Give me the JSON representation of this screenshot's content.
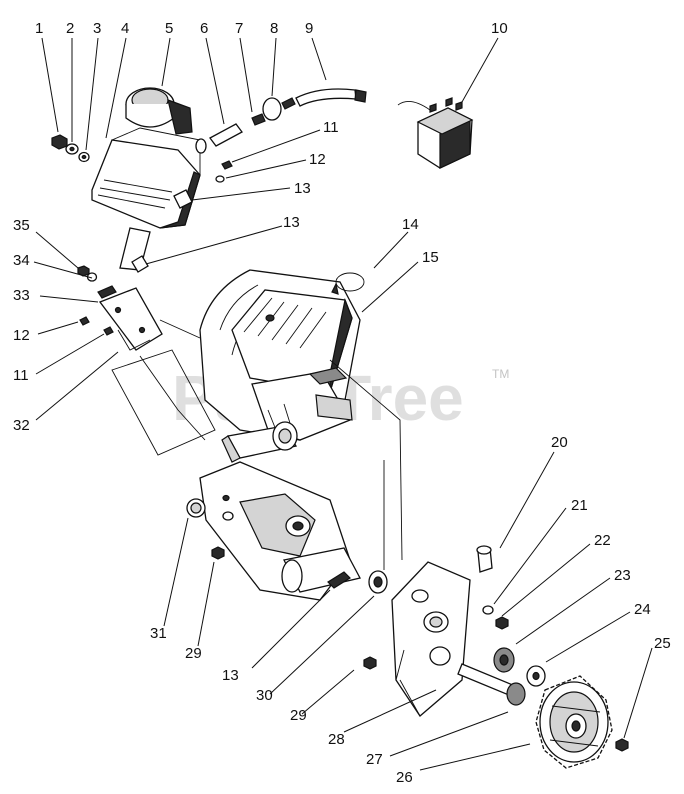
{
  "watermark": {
    "text": "PartsTree",
    "tm": "TM"
  },
  "callouts": [
    {
      "id": "c1",
      "label": "1"
    },
    {
      "id": "c2",
      "label": "2"
    },
    {
      "id": "c3",
      "label": "3"
    },
    {
      "id": "c4",
      "label": "4"
    },
    {
      "id": "c5",
      "label": "5"
    },
    {
      "id": "c6",
      "label": "6"
    },
    {
      "id": "c7",
      "label": "7"
    },
    {
      "id": "c8",
      "label": "8"
    },
    {
      "id": "c9",
      "label": "9"
    },
    {
      "id": "c10",
      "label": "10"
    },
    {
      "id": "c11a",
      "label": "11"
    },
    {
      "id": "c12a",
      "label": "12"
    },
    {
      "id": "c13a",
      "label": "13"
    },
    {
      "id": "c13b",
      "label": "13"
    },
    {
      "id": "c14",
      "label": "14"
    },
    {
      "id": "c15",
      "label": "15"
    },
    {
      "id": "c35",
      "label": "35"
    },
    {
      "id": "c34",
      "label": "34"
    },
    {
      "id": "c33",
      "label": "33"
    },
    {
      "id": "c12b",
      "label": "12"
    },
    {
      "id": "c11b",
      "label": "11"
    },
    {
      "id": "c32",
      "label": "32"
    },
    {
      "id": "c20",
      "label": "20"
    },
    {
      "id": "c21",
      "label": "21"
    },
    {
      "id": "c22",
      "label": "22"
    },
    {
      "id": "c23",
      "label": "23"
    },
    {
      "id": "c24",
      "label": "24"
    },
    {
      "id": "c25",
      "label": "25"
    },
    {
      "id": "c31",
      "label": "31"
    },
    {
      "id": "c29a",
      "label": "29"
    },
    {
      "id": "c13c",
      "label": "13"
    },
    {
      "id": "c30",
      "label": "30"
    },
    {
      "id": "c29b",
      "label": "29"
    },
    {
      "id": "c28",
      "label": "28"
    },
    {
      "id": "c27",
      "label": "27"
    },
    {
      "id": "c26",
      "label": "26"
    }
  ]
}
